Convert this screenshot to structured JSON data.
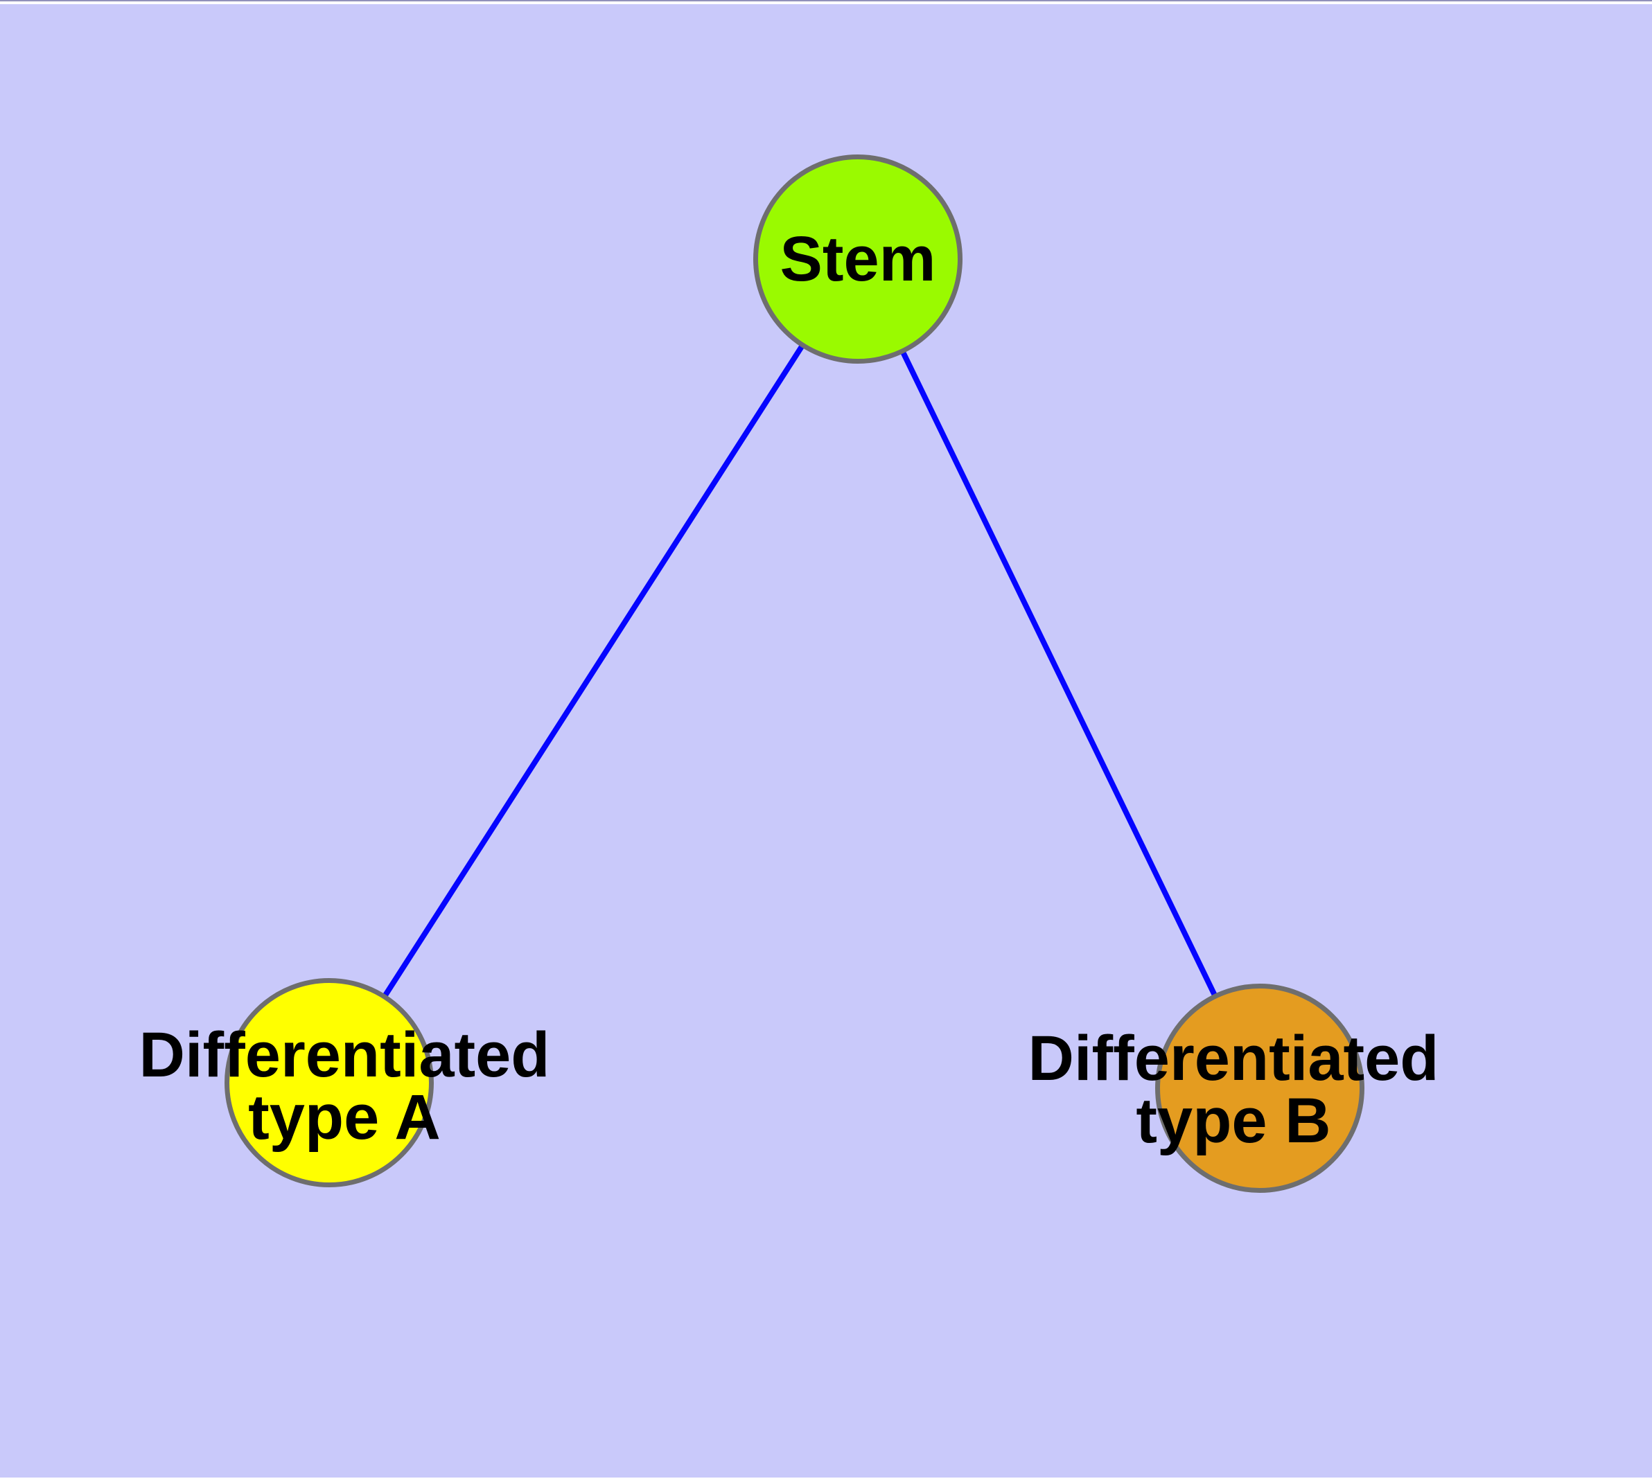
{
  "figure": {
    "type": "node-link-diagram",
    "background_color": "#C9C9FA",
    "edge_color": "#0505FF",
    "node_border_color": "#6E6E6E",
    "text_color": "#000000",
    "nodes": {
      "stem": {
        "label": "Stem",
        "fill": "#9AFA00"
      },
      "type_a": {
        "label": "Differentiated\ntype A",
        "fill": "#FFFF00"
      },
      "type_b": {
        "label": "Differentiated\ntype B",
        "fill": "#E49C20"
      }
    },
    "edges": [
      {
        "from": "stem",
        "to": "type_a"
      },
      {
        "from": "stem",
        "to": "type_b"
      }
    ]
  }
}
